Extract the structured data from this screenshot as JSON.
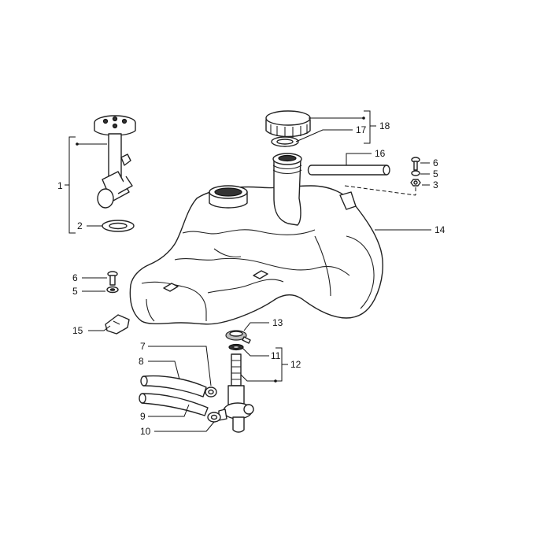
{
  "callouts": {
    "c1": "1",
    "c2": "2",
    "c3": "3",
    "c5a": "5",
    "c5b": "5",
    "c6a": "6",
    "c6b": "6",
    "c7": "7",
    "c8": "8",
    "c9": "9",
    "c10": "10",
    "c11": "11",
    "c12": "12",
    "c13": "13",
    "c14": "14",
    "c15": "15",
    "c16": "16",
    "c17": "17",
    "c18": "18"
  }
}
